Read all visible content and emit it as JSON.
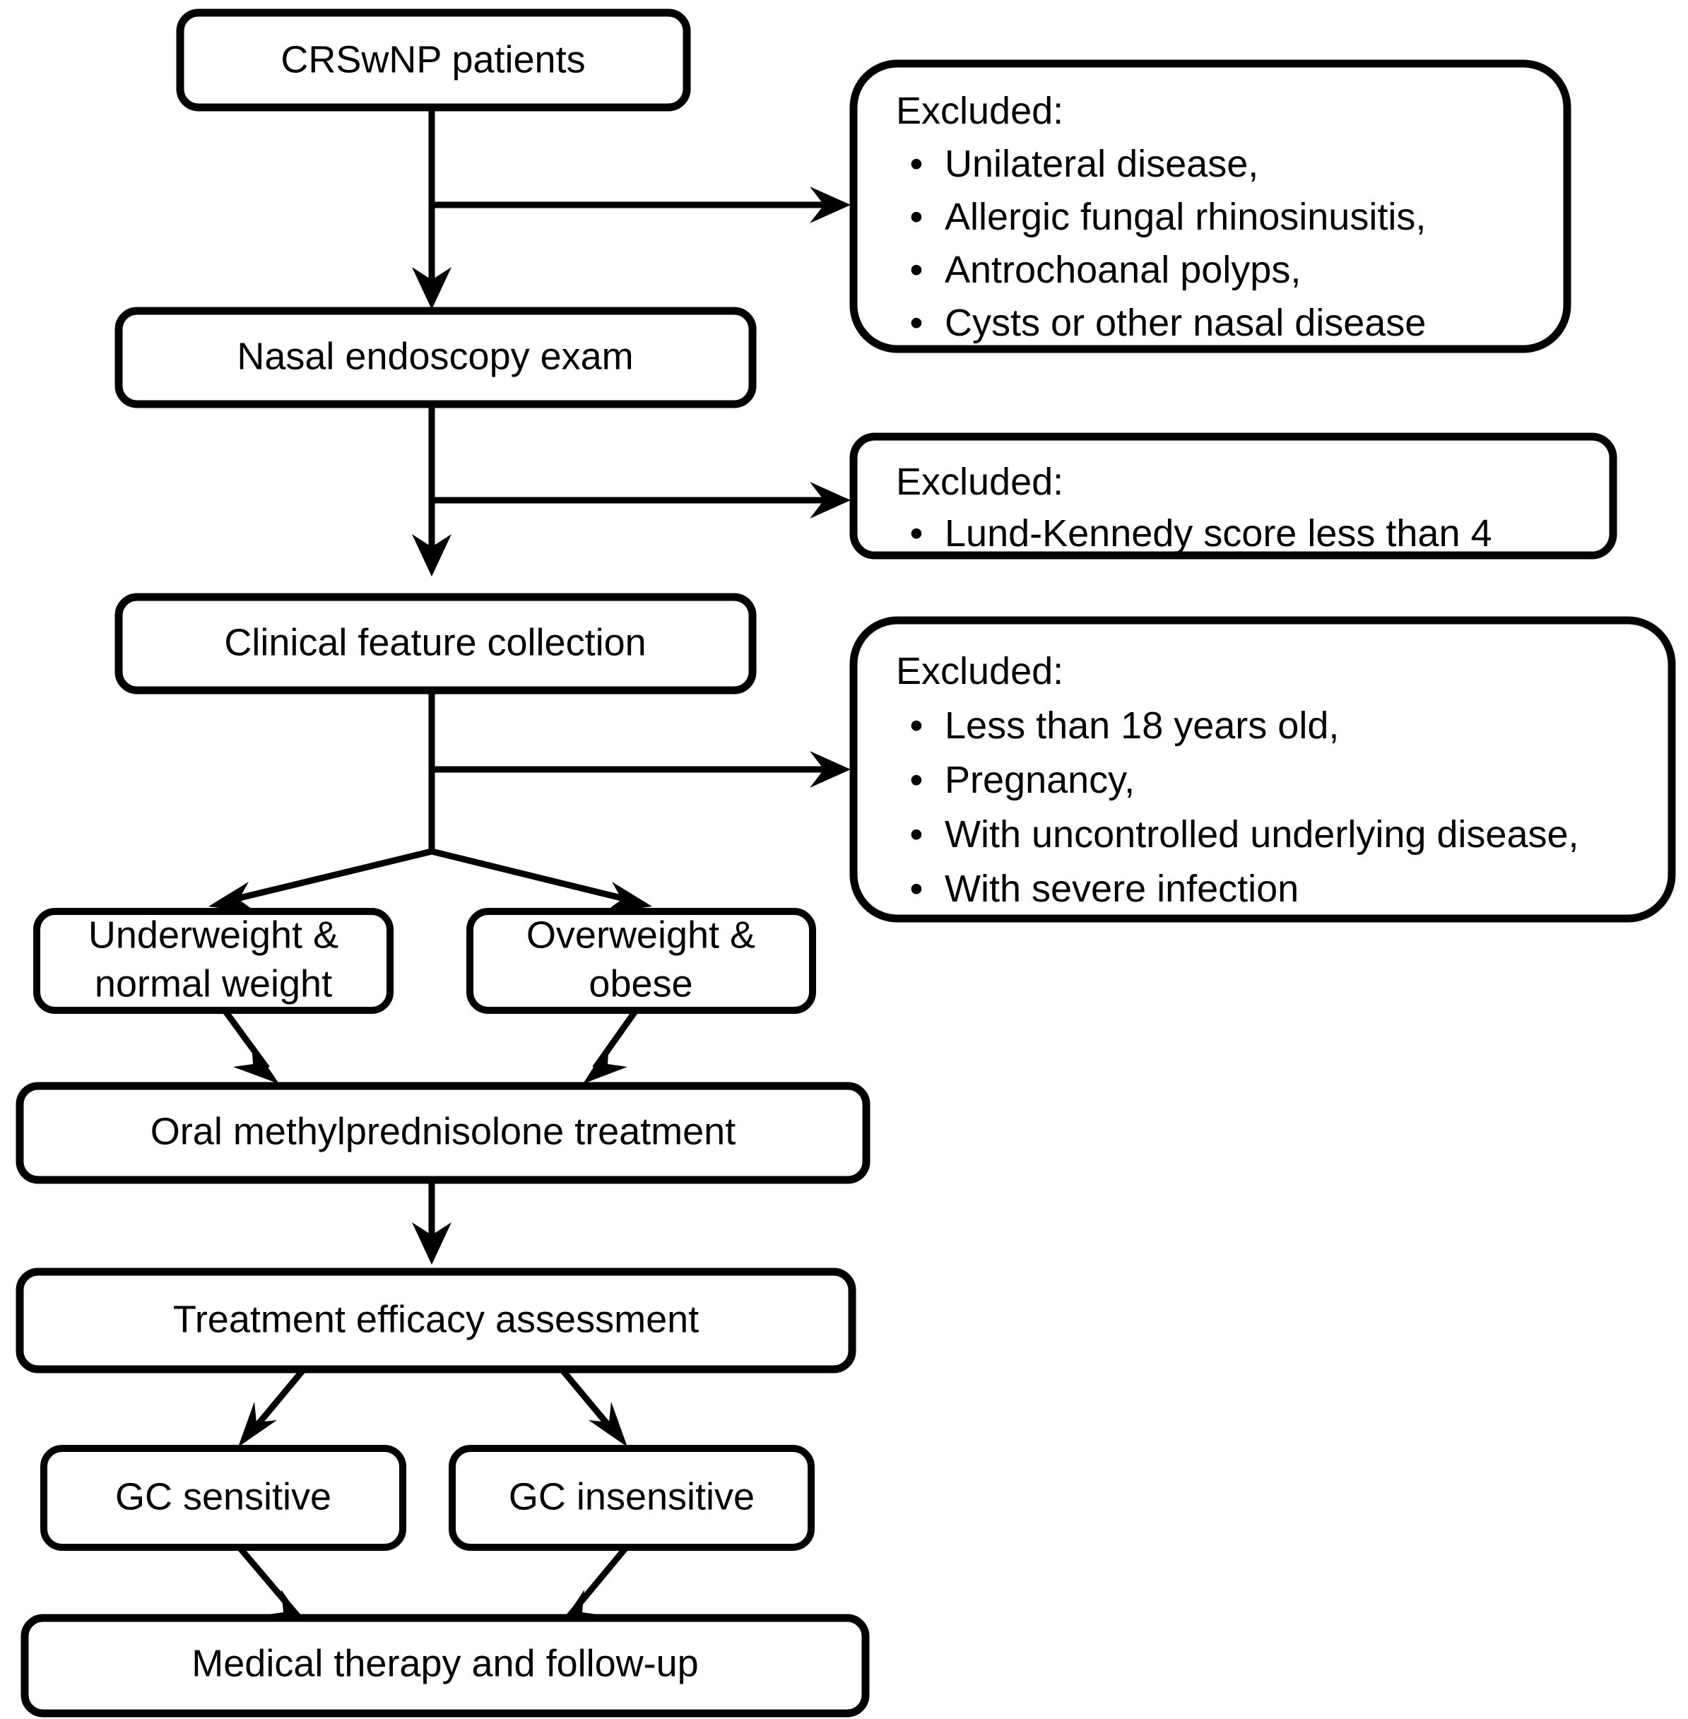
{
  "diagram": {
    "title": "CRSwNP patient enrollment and treatment flowchart",
    "type": "flowchart",
    "colors": {
      "stroke": "#000000",
      "fill": "#ffffff",
      "text": "#000000"
    }
  },
  "nodes": {
    "crswnp_patients": "CRSwNP patients",
    "nasal_endoscopy": "Nasal endoscopy exam",
    "clinical_feature": "Clinical feature collection",
    "underweight_line1": "Underweight &",
    "underweight_line2": "normal weight",
    "overweight_line1": "Overweight &",
    "overweight_line2": "obese",
    "oral_treatment": "Oral methylprednisolone treatment",
    "efficacy_assessment": "Treatment efficacy assessment",
    "gc_sensitive": "GC sensitive",
    "gc_insensitive": "GC insensitive",
    "medical_followup": "Medical therapy and follow-up"
  },
  "exclusions": [
    {
      "title": "Excluded:",
      "items": [
        "Unilateral disease,",
        "Allergic fungal rhinosinusitis,",
        "Antrochoanal polyps,",
        "Cysts or other nasal disease"
      ]
    },
    {
      "title": "Excluded:",
      "items": [
        "Lund-Kennedy score less than 4"
      ]
    },
    {
      "title": "Excluded:",
      "items": [
        "Less than 18 years old,",
        "Pregnancy,",
        "With uncontrolled underlying disease,",
        "With severe infection"
      ]
    }
  ],
  "bullet_glyph": "•"
}
